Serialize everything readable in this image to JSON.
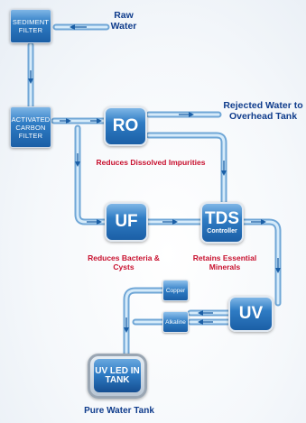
{
  "nodes": {
    "sediment_filter": "SEDIMENT FILTER",
    "activated_carbon_filter": "ACTIVATED CARBON FILTER",
    "ro": "RO",
    "uf": "UF",
    "tds": "TDS",
    "tds_sub": "Controller",
    "uv": "UV",
    "copper": "Copper",
    "alkaline": "Alkaline",
    "uv_led_tank": "UV LED IN TANK"
  },
  "labels": {
    "raw_water": "Raw Water",
    "rejected_water": "Rejected Water to Overhead Tank",
    "ro_caption": "Reduces Dissolved Impurities",
    "uf_caption": "Reduces Bacteria & Cysts",
    "tds_caption": "Retains Essential Minerals",
    "pure_water": "Pure Water Tank"
  },
  "colors": {
    "pipe": "#9cc7e8",
    "node_blue": "#2f7cc4",
    "caption_red": "#c8102e",
    "title_navy": "#0f3c8c"
  }
}
